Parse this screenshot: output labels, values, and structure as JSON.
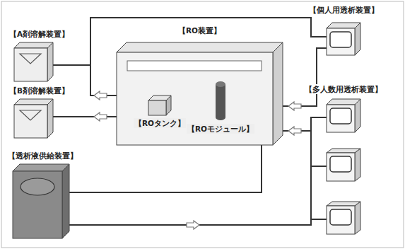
{
  "diagram": {
    "nodes": [
      {
        "text": [
          "【RO装置】"
        ]
      },
      {
        "text": [
          "【ROタンク】"
        ],
        "in": 0
      },
      {
        "text": [
          "【ROモジュール】"
        ],
        "in": 0
      },
      {
        "text": [
          "【A剤溶解装置】"
        ]
      },
      {
        "text": [
          "【B剤溶解装置】"
        ]
      },
      {
        "text": [
          "【透析液供給装置】"
        ]
      },
      {
        "text": [
          "【個人用透析装置】"
        ]
      },
      {
        "text": [
          "【多人数用透析装置】"
        ]
      }
    ],
    "edges": [
      {
        "from": 0,
        "to": 3,
        "arrow": "none"
      },
      {
        "from": 0,
        "to": 4,
        "arrow": "none"
      },
      {
        "from": 3,
        "to": 6,
        "arrow": "none"
      },
      {
        "from": 0,
        "to": 6,
        "arrow": "none"
      },
      {
        "from": 0,
        "to": 7,
        "arrow": "none"
      },
      {
        "from": 5,
        "to": 7,
        "arrow": "none"
      },
      {
        "from": 0,
        "to": 5,
        "arrow": "none"
      },
      {
        "from": 1,
        "to": 2,
        "arrow": "none"
      }
    ]
  }
}
